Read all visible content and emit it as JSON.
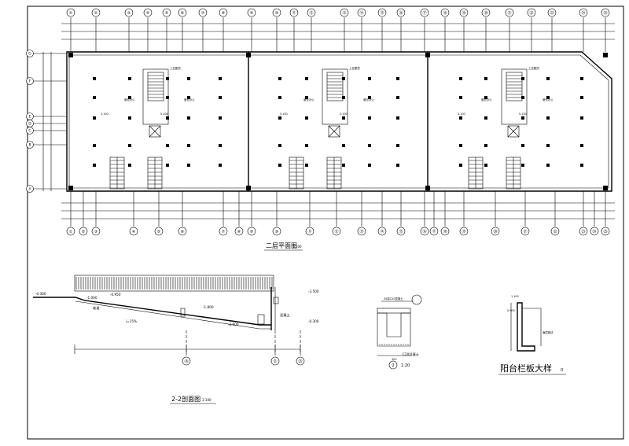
{
  "titles": {
    "plan": "二层平面图",
    "plan_scale": "1:100",
    "section": "2-2剖面图",
    "section_scale": "1:100",
    "detail_scale": "1:20",
    "detail_num": "2",
    "railing": "阳台栏板大样",
    "railing_num": "0"
  },
  "grid_top": [
    "①",
    "②",
    "③",
    "④",
    "⑤",
    "⑥",
    "⑦",
    "⑧",
    "⑨",
    "⑩",
    "⑪",
    "⑫",
    "⑬",
    "⑭",
    "⑮",
    "⑯",
    "⑰",
    "⑱",
    "⑲",
    "⑳",
    "㉑",
    "㉒",
    "㉓",
    "㉔",
    "㉕"
  ],
  "grid_bottom": [
    "①",
    "②",
    "③",
    "④",
    "⑤",
    "⑥",
    "⑦",
    "⑧",
    "⑨",
    "⑩",
    "⑪",
    "⑫",
    "⑬",
    "⑭",
    "⑮",
    "⑯",
    "⑰",
    "⑱",
    "⑲",
    "⑳",
    "㉑",
    "㉒",
    "㉓",
    "㉔",
    "㉕"
  ],
  "grid_left": [
    "G",
    "F",
    "E",
    "D",
    "C",
    "B",
    "A"
  ],
  "section_bubbles": [
    "⑱",
    "㉑",
    "㉕"
  ],
  "rooms": {
    "office": "营业办公",
    "level": "5.100",
    "stair_note": "上至屋顶"
  },
  "section_labels": {
    "elev_top": "-0.300",
    "elev_a": "-1.000",
    "elev_b": "-0.950",
    "elev_c": "-2.900",
    "elev_d": "-3.500",
    "elev_e": "-1.800",
    "ramp": "坡道",
    "slope": "i=15%",
    "base": "混凝土"
  },
  "detail_labels": {
    "top_note": "50厚C20混凝土",
    "conc": "C20混凝土",
    "dim_a": "200",
    "dim_b": "300"
  },
  "railing_labels": {
    "elev1": "1.100",
    "elev2": "0.900",
    "note": "面层做法",
    "dim": "100"
  }
}
